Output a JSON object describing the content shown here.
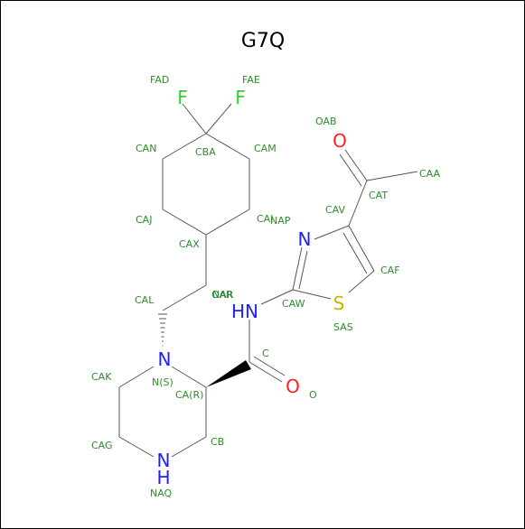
{
  "title": "G7Q",
  "colors": {
    "bond": "#555555",
    "label": "#2e8b2e",
    "F": "#33cc33",
    "N": "#1f1fff",
    "O": "#ff1f1f",
    "S": "#c8b400"
  },
  "element_symbols": {
    "F1": "F",
    "F2": "F",
    "O_acetyl": "O",
    "O_amide": "O",
    "N_thiazole": "N",
    "S_thiazole": "S",
    "NH_amide": "HN",
    "N_piperazine": "N",
    "NH_piperazine": "N",
    "H_piperazine": "H"
  },
  "atom_labels": {
    "FAD": "FAD",
    "FAE": "FAE",
    "OAB": "OAB",
    "CAN": "CAN",
    "CBA": "CBA",
    "CAM": "CAM",
    "CAA": "CAA",
    "CAT": "CAT",
    "CAV": "CAV",
    "CAJ": "CAJ",
    "CAI": "CAI",
    "NAP": "NAP",
    "CAX": "CAX",
    "CAF": "CAF",
    "CAL": "CAL",
    "OAR": "OAR",
    "NAR": "NAR",
    "CAW": "CAW",
    "SAS": "SAS",
    "C": "C",
    "CAK": "CAK",
    "NS": "N(S)",
    "CAR": "CA(R)",
    "O": "O",
    "CAG": "CAG",
    "CB": "CB",
    "NAQ": "NAQ"
  }
}
